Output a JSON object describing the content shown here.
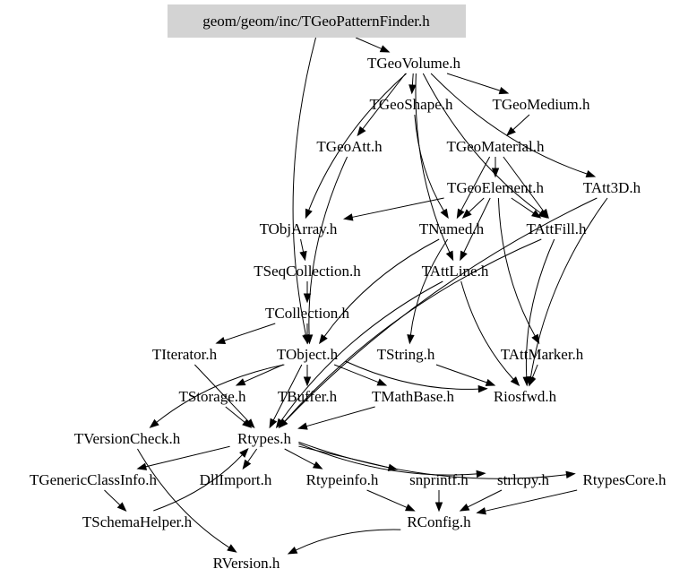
{
  "graph": {
    "root": "geom/geom/inc/TGeoPatternFinder.h",
    "root_fill": "#d3d3d3",
    "nodes": {
      "pf": "geom/geom/inc/TGeoPatternFinder.h",
      "geovolume": "TGeoVolume.h",
      "geoshape": "TGeoShape.h",
      "geomedium": "TGeoMedium.h",
      "geoatt": "TGeoAtt.h",
      "geomaterial": "TGeoMaterial.h",
      "geoelement": "TGeoElement.h",
      "att3d": "TAtt3D.h",
      "objarray": "TObjArray.h",
      "named": "TNamed.h",
      "attfill": "TAttFill.h",
      "seqcollection": "TSeqCollection.h",
      "attline": "TAttLine.h",
      "collection": "TCollection.h",
      "iterator": "TIterator.h",
      "object": "TObject.h",
      "string": "TString.h",
      "attmarker": "TAttMarker.h",
      "storage": "TStorage.h",
      "buffer": "TBuffer.h",
      "mathbase": "TMathBase.h",
      "riosfwd": "Riosfwd.h",
      "versioncheck": "TVersionCheck.h",
      "rtypes": "Rtypes.h",
      "genericclassinfo": "TGenericClassInfo.h",
      "dllimport": "DllImport.h",
      "rtypeinfo": "Rtypeinfo.h",
      "snprintf": "snprintf.h",
      "strlcpy": "strlcpy.h",
      "rtypescore": "RtypesCore.h",
      "schemahelper": "TSchemaHelper.h",
      "rconfig": "RConfig.h",
      "rversion": "RVersion.h"
    },
    "edges": [
      [
        "pf",
        "geovolume"
      ],
      [
        "pf",
        "object"
      ],
      [
        "geovolume",
        "geoshape"
      ],
      [
        "geovolume",
        "geomedium"
      ],
      [
        "geovolume",
        "geoatt"
      ],
      [
        "geovolume",
        "objarray"
      ],
      [
        "geovolume",
        "attline"
      ],
      [
        "geovolume",
        "att3d"
      ],
      [
        "geovolume",
        "attfill"
      ],
      [
        "geoshape",
        "named"
      ],
      [
        "geomedium",
        "geomaterial"
      ],
      [
        "geomaterial",
        "geoelement"
      ],
      [
        "geomaterial",
        "named"
      ],
      [
        "geomaterial",
        "attfill"
      ],
      [
        "geoelement",
        "objarray"
      ],
      [
        "geoelement",
        "named"
      ],
      [
        "geoelement",
        "attfill"
      ],
      [
        "geoelement",
        "attline"
      ],
      [
        "geoelement",
        "attmarker"
      ],
      [
        "geoatt",
        "object"
      ],
      [
        "objarray",
        "seqcollection"
      ],
      [
        "seqcollection",
        "collection"
      ],
      [
        "collection",
        "object"
      ],
      [
        "collection",
        "iterator"
      ],
      [
        "named",
        "object"
      ],
      [
        "named",
        "string"
      ],
      [
        "attline",
        "riosfwd"
      ],
      [
        "attline",
        "rtypes"
      ],
      [
        "attfill",
        "riosfwd"
      ],
      [
        "attfill",
        "rtypes"
      ],
      [
        "att3d",
        "riosfwd"
      ],
      [
        "att3d",
        "rtypes"
      ],
      [
        "attmarker",
        "riosfwd"
      ],
      [
        "object",
        "storage"
      ],
      [
        "object",
        "buffer"
      ],
      [
        "object",
        "mathbase"
      ],
      [
        "object",
        "riosfwd"
      ],
      [
        "object",
        "versioncheck"
      ],
      [
        "object",
        "rtypes"
      ],
      [
        "iterator",
        "rtypes"
      ],
      [
        "string",
        "riosfwd"
      ],
      [
        "storage",
        "rtypes"
      ],
      [
        "mathbase",
        "rtypes"
      ],
      [
        "rtypes",
        "genericclassinfo"
      ],
      [
        "rtypes",
        "dllimport"
      ],
      [
        "rtypes",
        "rtypeinfo"
      ],
      [
        "rtypes",
        "snprintf"
      ],
      [
        "rtypes",
        "strlcpy"
      ],
      [
        "rtypes",
        "rtypescore"
      ],
      [
        "genericclassinfo",
        "schemahelper"
      ],
      [
        "schemahelper",
        "rtypes"
      ],
      [
        "rtypeinfo",
        "rconfig"
      ],
      [
        "snprintf",
        "rconfig"
      ],
      [
        "strlcpy",
        "rconfig"
      ],
      [
        "rtypescore",
        "rconfig"
      ],
      [
        "rconfig",
        "rversion"
      ],
      [
        "versioncheck",
        "rversion"
      ]
    ]
  }
}
